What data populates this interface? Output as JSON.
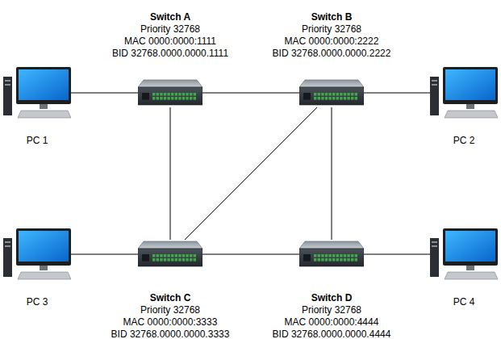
{
  "diagram": {
    "nodes": [
      {
        "text": [
          "PC 1"
        ]
      },
      {
        "text": [
          "Switch A",
          "Priority 32768",
          "MAC 0000:0000:1111",
          "BID 32768.0000.0000.1111"
        ]
      },
      {
        "text": [
          "Switch B",
          "Priority 32768",
          "MAC 0000:0000:2222",
          "BID 32768.0000.0000.2222"
        ]
      },
      {
        "text": [
          "PC 2"
        ]
      },
      {
        "text": [
          "PC 3"
        ]
      },
      {
        "text": [
          "Switch C",
          "Priority 32768",
          "MAC 0000:0000:3333",
          "BID 32768.0000.0000.3333"
        ]
      },
      {
        "text": [
          "Switch D",
          "Priority 32768",
          "MAC 0000:0000:4444",
          "BID 32768.0000.0000.4444"
        ]
      },
      {
        "text": [
          "PC 4"
        ]
      }
    ],
    "edges": [
      {
        "from": 0,
        "to": 1,
        "arrow": "none"
      },
      {
        "from": 1,
        "to": 2,
        "arrow": "none"
      },
      {
        "from": 2,
        "to": 3,
        "arrow": "none"
      },
      {
        "from": 1,
        "to": 5,
        "arrow": "none"
      },
      {
        "from": 2,
        "to": 5,
        "arrow": "none"
      },
      {
        "from": 2,
        "to": 6,
        "arrow": "none"
      },
      {
        "from": 4,
        "to": 5,
        "arrow": "none"
      },
      {
        "from": 5,
        "to": 6,
        "arrow": "none"
      },
      {
        "from": 6,
        "to": 7,
        "arrow": "none"
      }
    ]
  }
}
